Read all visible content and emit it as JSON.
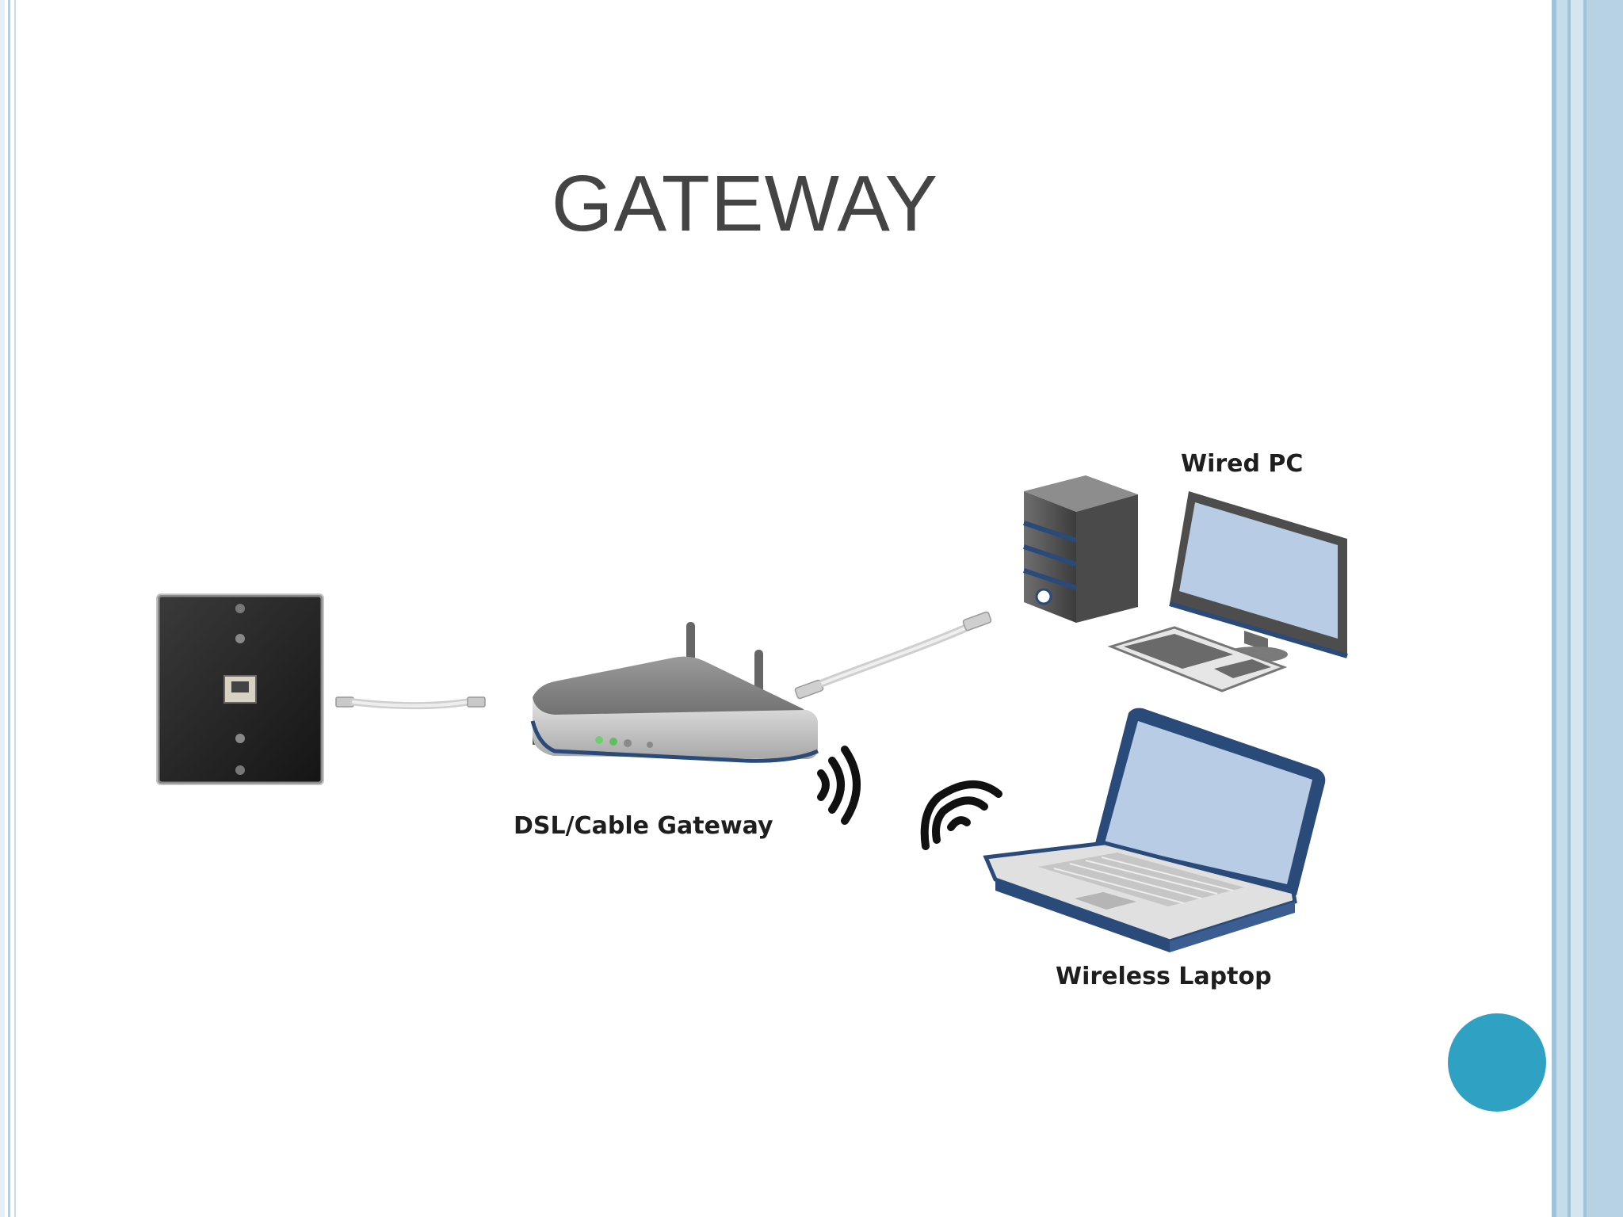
{
  "slide": {
    "title": "GATEWAY"
  },
  "diagram": {
    "labels": {
      "gateway": "DSL/Cable Gateway",
      "wired_pc": "Wired PC",
      "laptop": "Wireless Laptop"
    },
    "nodes": [
      {
        "name": "wall-phone-jack",
        "icon": "wall-jack-icon"
      },
      {
        "name": "dsl-cable-gateway",
        "icon": "router-icon"
      },
      {
        "name": "wired-pc",
        "icon": "desktop-pc-icon"
      },
      {
        "name": "wireless-laptop",
        "icon": "laptop-icon"
      }
    ],
    "connections": [
      {
        "from": "wall-phone-jack",
        "to": "dsl-cable-gateway",
        "type": "cable"
      },
      {
        "from": "dsl-cable-gateway",
        "to": "wired-pc",
        "type": "cable"
      },
      {
        "from": "dsl-cable-gateway",
        "to": "wireless-laptop",
        "type": "wireless"
      }
    ]
  },
  "colors": {
    "accent_circle": "#2fa2c4",
    "right_band_light": "#c5dcea",
    "right_band_mid": "#9fc3da",
    "device_blue": "#2a4a7a",
    "screen_blue": "#b8cce6"
  }
}
